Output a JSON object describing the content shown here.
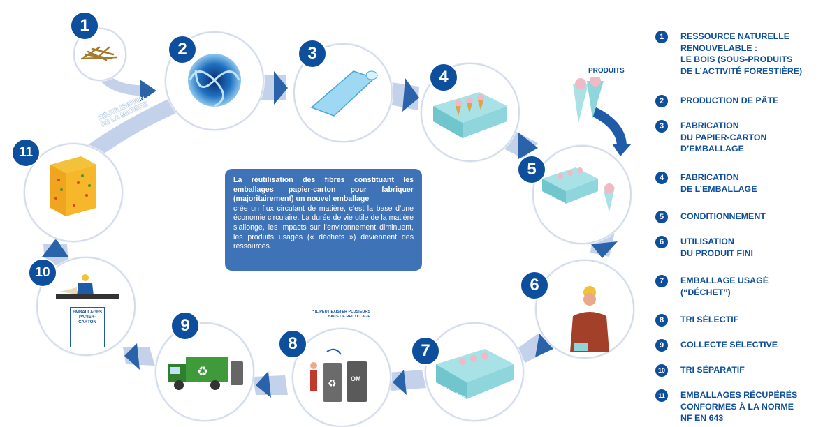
{
  "center_text": {
    "bold": "La réutilisation des fibres constituant les emballages papier-carton pour fabriquer (majoritairement) un nouvel emballage",
    "normal": "crée un flux circulant de matière, c’est la base d’une économie circulaire. La durée de vie utile de la matière s’allonge, les impacts sur l’environnement diminuent, les produits usagés (« déchets ») deviennent des ressources."
  },
  "reuse_label": "RÉUTILISATION\nDE LA MATIÈRE",
  "produits_label": "PRODUITS",
  "note_label": "* IL PEUT EXISTER PLUSIEURS\nBACS DE RECYCLAGE",
  "glaces_label": "GLACES",
  "box10_label": "EMBALLAGES\nPAPIER-\nCARTON",
  "om_label": "OM",
  "steps": [
    {
      "num": "1",
      "icon": "wood-chips-icon"
    },
    {
      "num": "2",
      "icon": "pulp-swirl-icon"
    },
    {
      "num": "3",
      "icon": "paper-roll-icon"
    },
    {
      "num": "4",
      "icon": "ice-cream-box-icon"
    },
    {
      "num": "5",
      "icon": "packing-icon"
    },
    {
      "num": "6",
      "icon": "consumer-icon"
    },
    {
      "num": "7",
      "icon": "used-box-icon"
    },
    {
      "num": "8",
      "icon": "recycling-bins-icon"
    },
    {
      "num": "9",
      "icon": "garbage-truck-icon"
    },
    {
      "num": "10",
      "icon": "sorting-worker-icon"
    },
    {
      "num": "11",
      "icon": "bale-icon"
    }
  ],
  "legend": [
    {
      "num": "1",
      "text": "RESSOURCE NATURELLE\nRENOUVELABLE :\nLE BOIS (SOUS-PRODUITS\nDE L’ACTIVITÉ FORESTIÈRE)"
    },
    {
      "num": "2",
      "text": "PRODUCTION DE PÂTE"
    },
    {
      "num": "3",
      "text": "FABRICATION\nDU PAPIER-CARTON\nD’EMBALLAGE"
    },
    {
      "num": "4",
      "text": "FABRICATION\nDE L’EMBALLAGE"
    },
    {
      "num": "5",
      "text": "CONDITIONNEMENT"
    },
    {
      "num": "6",
      "text": "UTILISATION\nDU PRODUIT FINI"
    },
    {
      "num": "7",
      "text": "EMBALLAGE USAGÉ\n(“DÉCHET”)"
    },
    {
      "num": "8",
      "text": "TRI SÉLECTIF"
    },
    {
      "num": "9",
      "text": "COLLECTE SÉLECTIVE"
    },
    {
      "num": "10",
      "text": "TRI SÉPARATIF"
    },
    {
      "num": "11",
      "text": "EMBALLAGES RÉCUPÉRÉS\nCONFORMES À LA NORME\nNF EN 643"
    }
  ],
  "colors": {
    "primary": "#0d4f9c",
    "box": "#3f73b7",
    "flow": "#b9c9e6",
    "arrow": "#1f5ca8"
  }
}
